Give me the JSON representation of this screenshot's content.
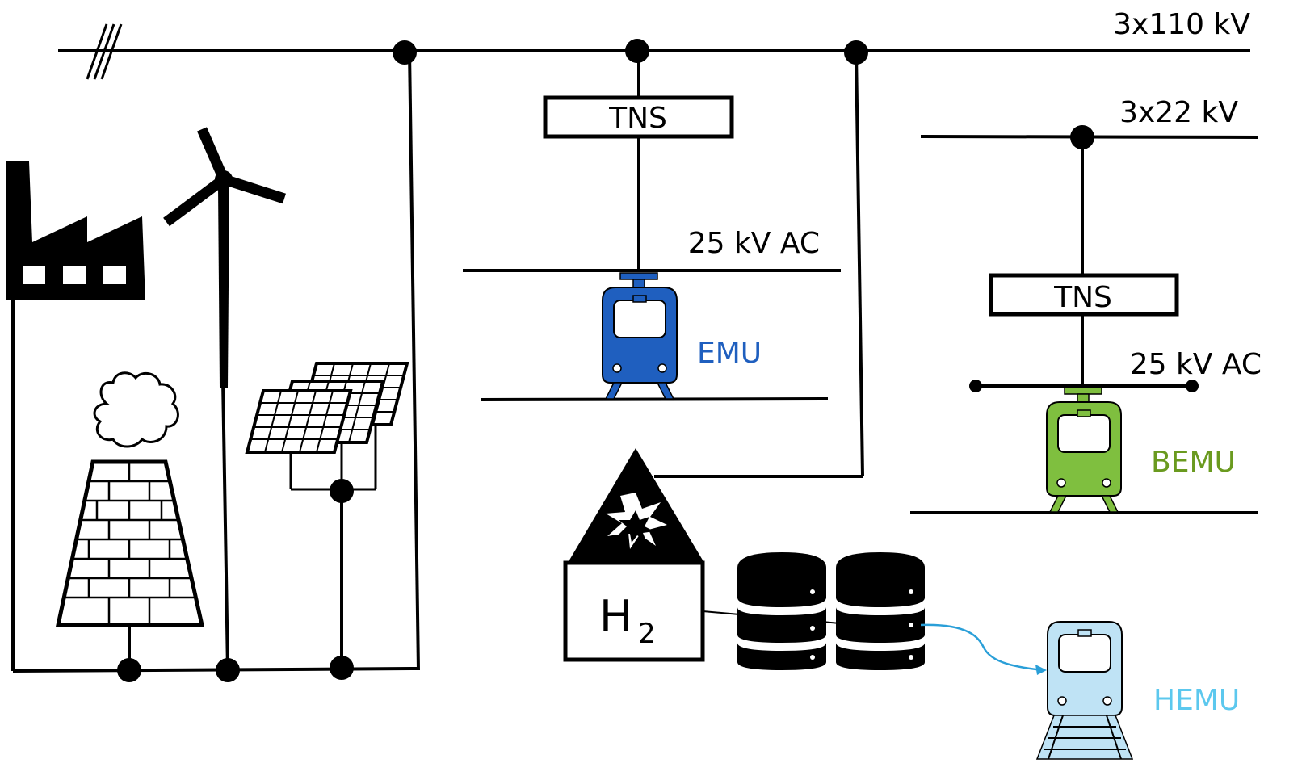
{
  "buses": {
    "hv_label": "3x110 kV",
    "mv_label": "3x22 kV"
  },
  "substations": {
    "tns_1_label": "TNS",
    "tns_2_label": "TNS"
  },
  "catenaries": {
    "ac_1_label": "25 kV AC",
    "ac_2_label": "25 kV AC"
  },
  "trains": {
    "emu": {
      "label": "EMU",
      "color": "#1f5fbf"
    },
    "bemu": {
      "label": "BEMU",
      "color": "#7fbf3f",
      "label_color": "#6a9a1f"
    },
    "hemu": {
      "label": "HEMU",
      "color": "#bfe3f5",
      "label_color": "#5cc8ee"
    }
  },
  "hydrogen": {
    "label_main": "H",
    "label_sub": "2",
    "link_color": "#2a9fd8"
  },
  "icons": [
    "factory-icon",
    "wind-turbine-icon",
    "solar-panel-icon",
    "cooling-tower-icon",
    "hazard-triangle-icon",
    "storage-tank-icon",
    "train-icon"
  ]
}
